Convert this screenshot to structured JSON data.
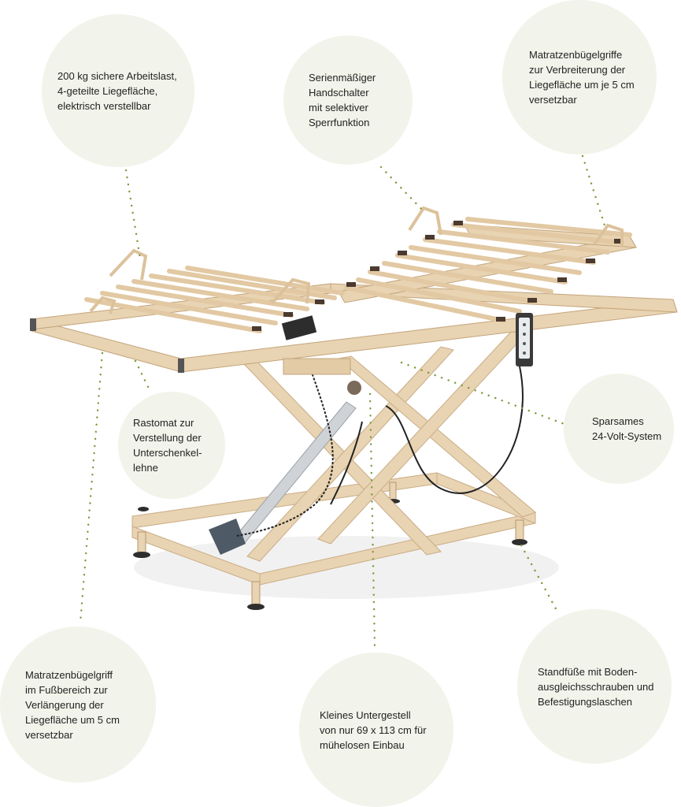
{
  "callouts": {
    "workload": "200 kg sichere Arbeitslast,\n4-geteilte Liegefläche,\nelektrisch verstellbar",
    "handswitch": "Serienmäßiger\nHandschalter\nmit selektiver\nSperrfunktion",
    "mattress_handles": "Matratzenbügelgriffe\nzur Verbreiterung der\nLiegefläche um je 5 cm\nversetzbar",
    "rastomat": "Rastomat zur\nVerstellung der\nUnterschenkel-\nlehne",
    "voltage": "Sparsames\n24-Volt-System",
    "foot_handle": "Matratzenbügelgriff\nim Fußbereich zur\nVerlängerung der\nLiegefläche um 5 cm\nversetzbar",
    "base": "Kleines Untergestell\nvon nur 69 x 113 cm für\nmühelosen Einbau",
    "feet": "Standfüße mit Boden-\nausgleichsschrauben und\nBefestigungslaschen"
  },
  "colors": {
    "bubble": "#f2f3ea",
    "leader_dots": "#7d9a3c",
    "frame": "#e6cfae",
    "slat": "#eed9b8",
    "slat_cap": "#4a3a30"
  }
}
